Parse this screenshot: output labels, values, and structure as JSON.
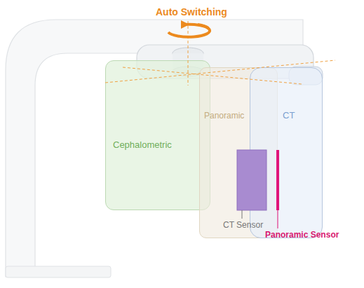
{
  "diagram": {
    "nodes": [
      {
        "text": [
          "Cephalometric"
        ]
      },
      {
        "text": [
          "Panoramic"
        ]
      },
      {
        "text": [
          "CT"
        ]
      }
    ],
    "labels": [
      "Auto Switching",
      "CT Sensor",
      "Panoramic Sensor"
    ]
  }
}
